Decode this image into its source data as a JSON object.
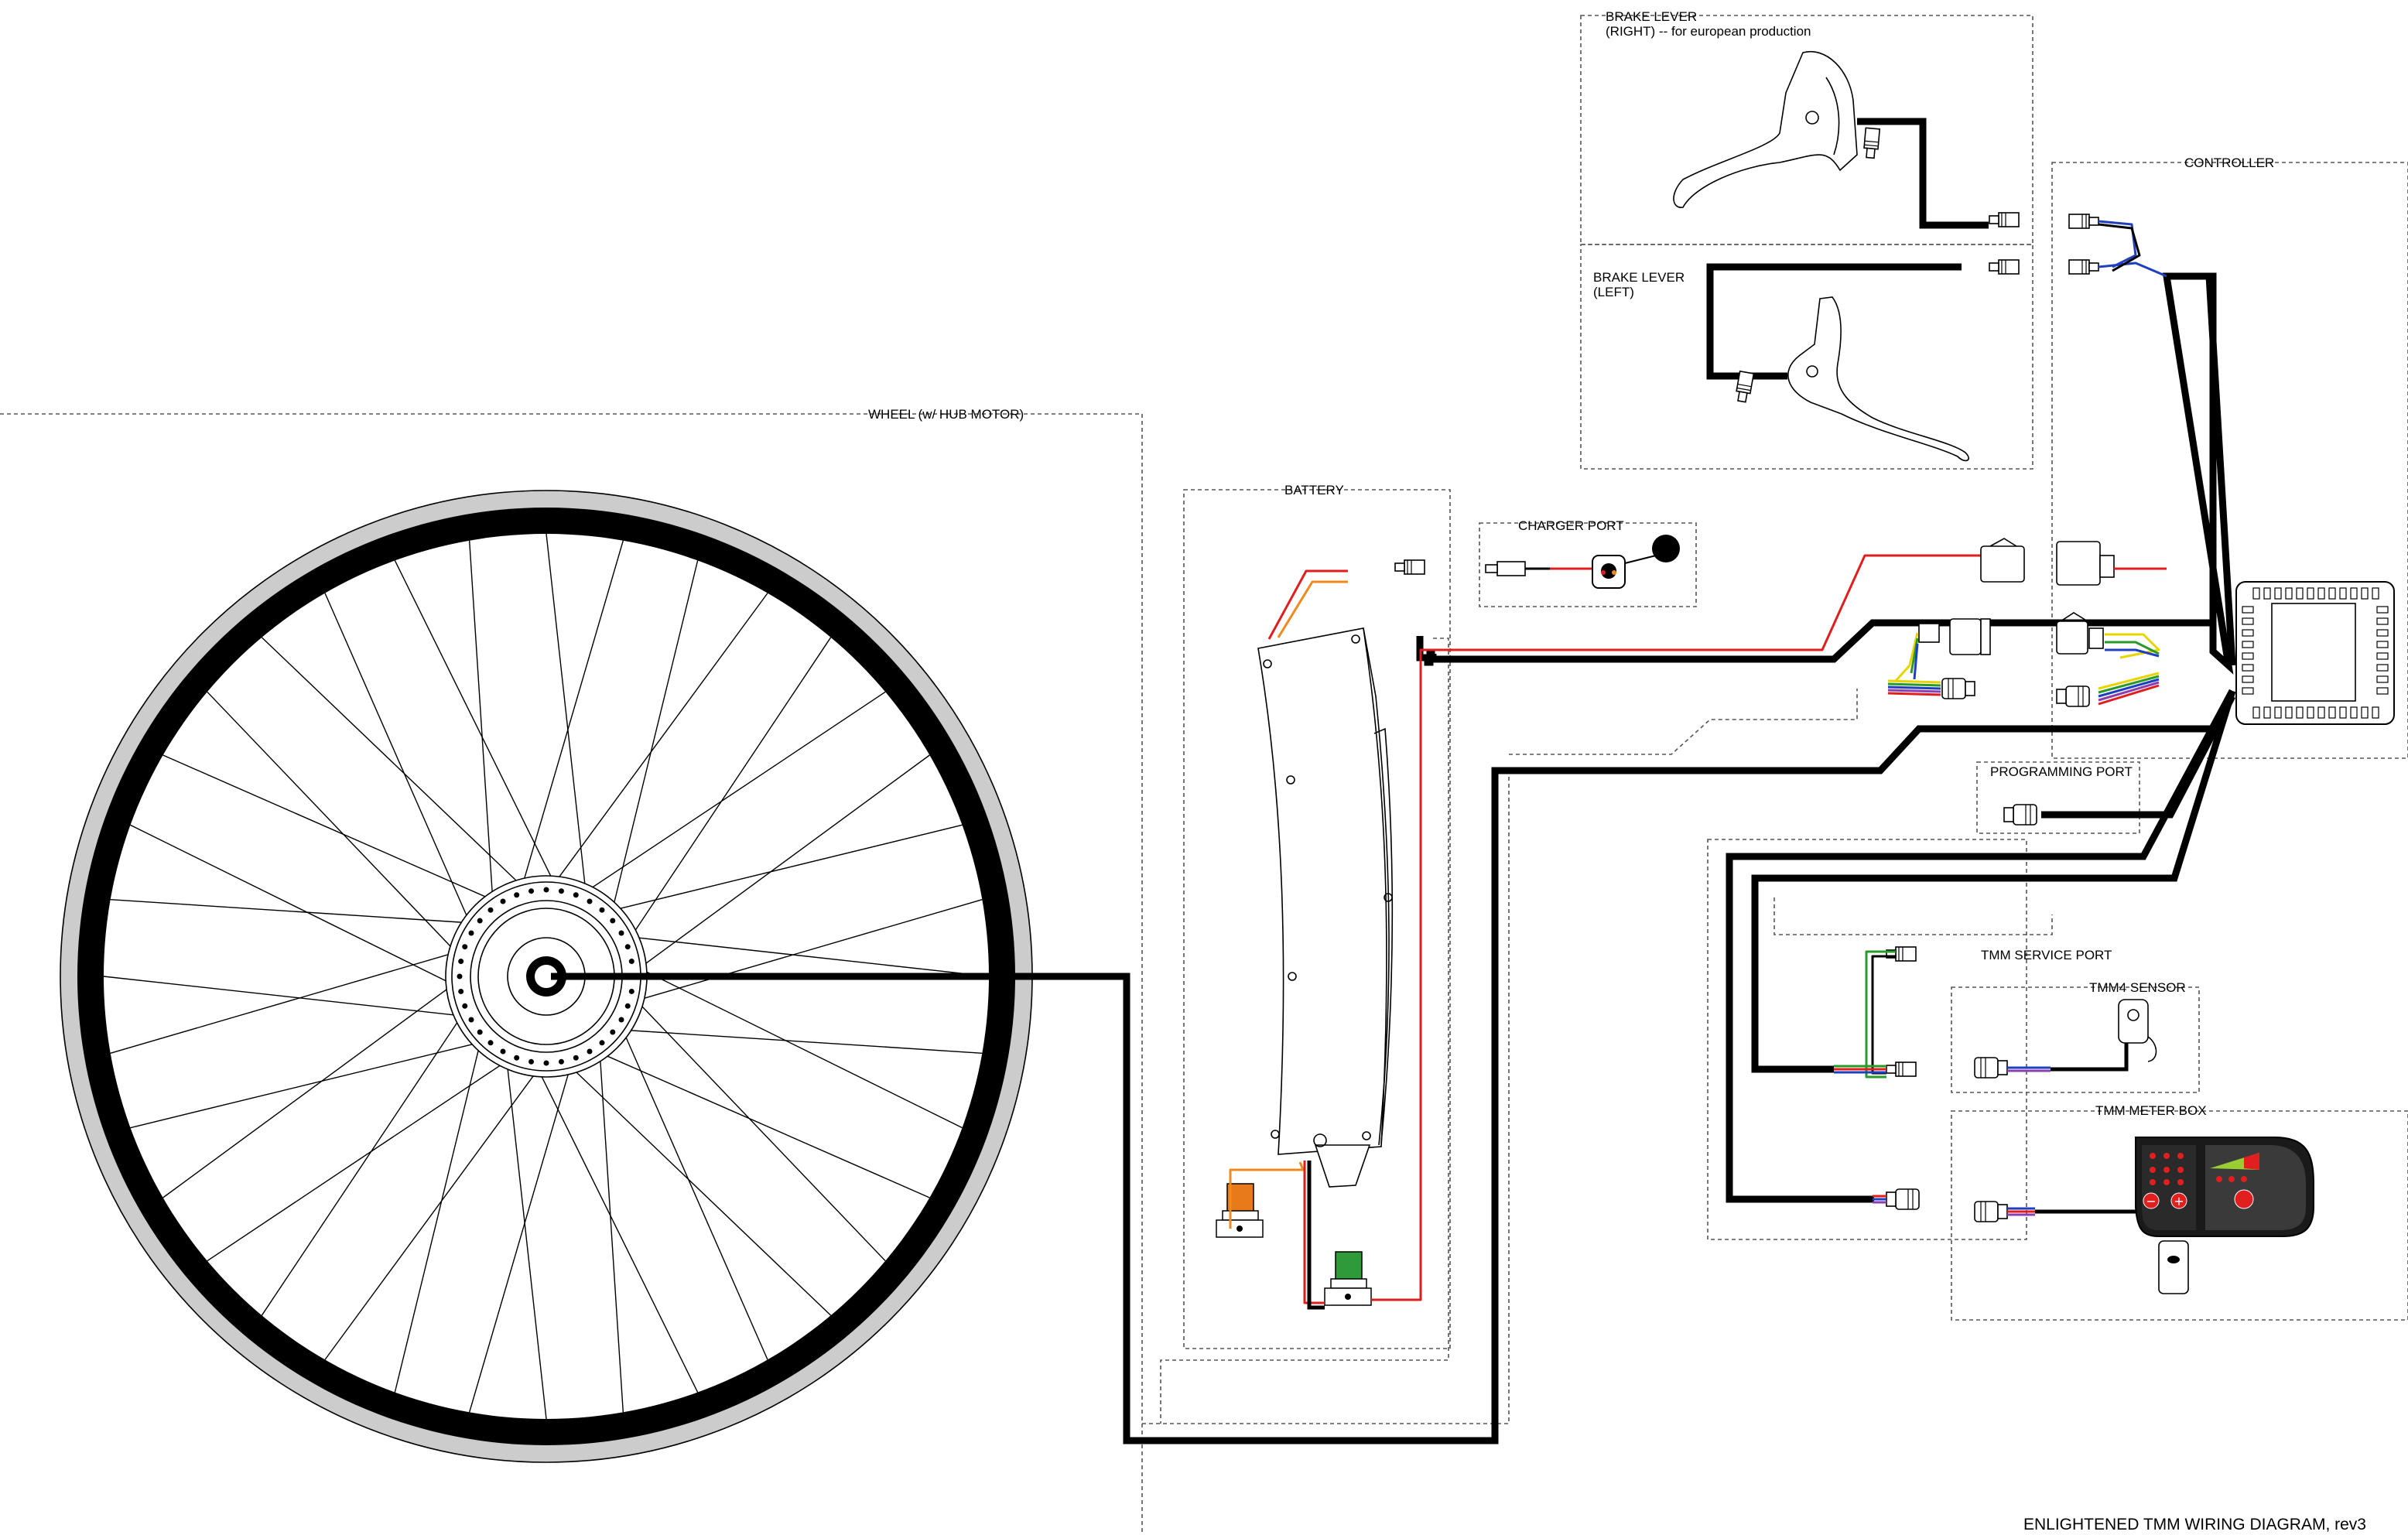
{
  "labels": {
    "wheel": "WHEEL (w/ HUB MOTOR)",
    "battery": "BATTERY",
    "charger_port": "CHARGER PORT",
    "brake_right": "BRAKE LEVER",
    "brake_right_sub": "(RIGHT) -- for european production",
    "brake_left": "BRAKE LEVER",
    "brake_left_sub": "(LEFT)",
    "controller": "CONTROLLER",
    "programming_port": "PROGRAMMING PORT",
    "tmm_service_port": "TMM SERVICE PORT",
    "tmm4_sensor": "TMM4 SENSOR",
    "tmm_meter_box": "TMM METER BOX"
  },
  "title": "ENLIGHTENED TMM WIRING DIAGRAM, rev3",
  "colors": {
    "cable": "#000000",
    "red": "#e01e1e",
    "orange": "#f08a1e",
    "blue": "#1f3fbf",
    "green": "#2a9a2a",
    "yellow": "#e8d400",
    "purple": "#8a3fb0",
    "tire": "#cccccc",
    "battery_fuse_orange": "#e87a1a",
    "battery_fuse_green": "#2f9a3a",
    "meter_body": "#1a1a1a",
    "meter_led": "#e21f1f"
  },
  "meter": {
    "minus": "−",
    "plus": "+"
  }
}
